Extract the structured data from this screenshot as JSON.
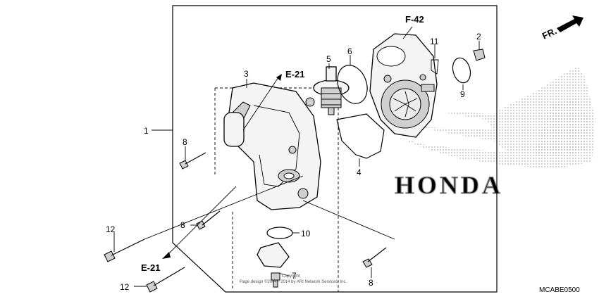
{
  "refs": {
    "f42": "F-42",
    "e21_top": "E-21",
    "e21_bottom": "E-21",
    "fr": "FR."
  },
  "callouts": {
    "p1": "1",
    "p2": "2",
    "p3": "3",
    "p4": "4",
    "p5": "5",
    "p6": "6",
    "p7": "7",
    "p8_top": "8",
    "p8_mid": "8",
    "p8_bottom": "8",
    "p9": "9",
    "p10": "10",
    "p11": "11",
    "p12_top": "12",
    "p12_bottom": "12"
  },
  "watermark": {
    "brand": "HONDA",
    "copyright_line1": "Page design ©2004 - 2014 by ARI Network Services, Inc.",
    "copyright_word": "Copyright"
  },
  "diagram_code": "MCABE0500",
  "colors": {
    "line": "#000000",
    "watermark": "#9a9a9a",
    "background": "#ffffff"
  }
}
